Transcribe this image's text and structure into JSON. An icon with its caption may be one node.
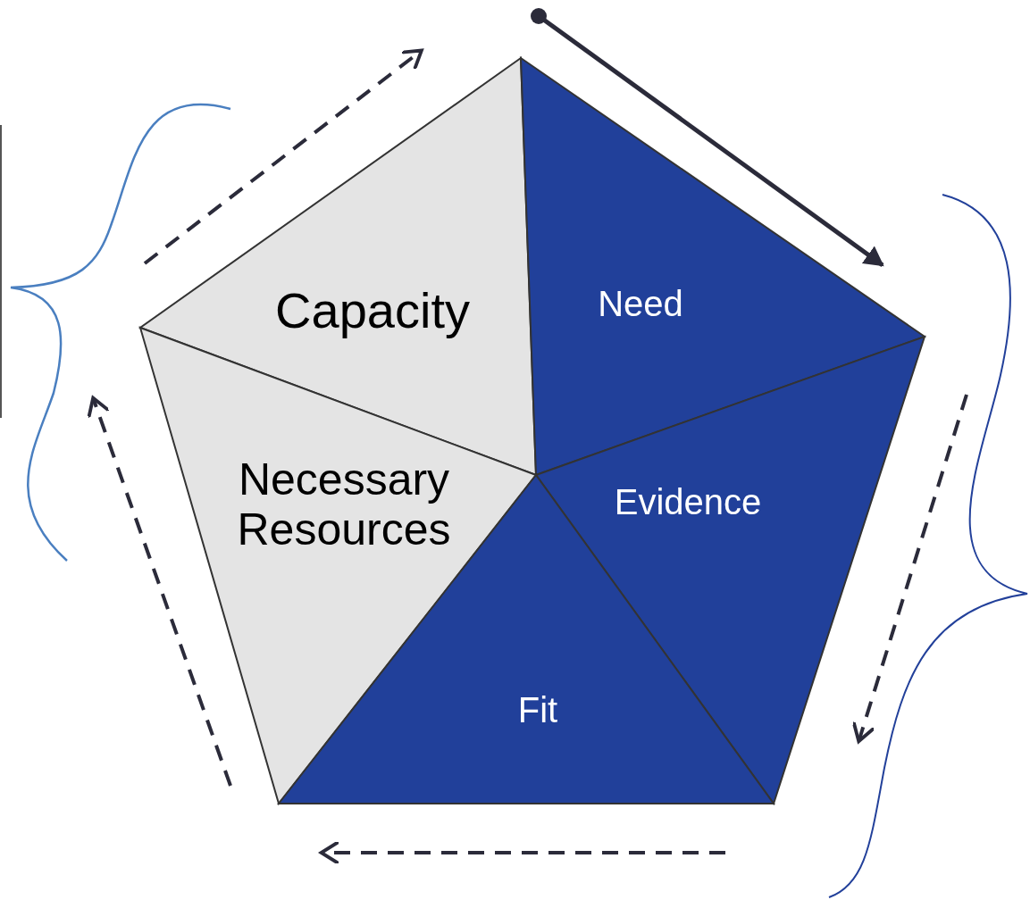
{
  "diagram": {
    "nodes": [
      {
        "text": [
          "Capacity"
        ]
      },
      {
        "text": [
          "Need"
        ]
      },
      {
        "text": [
          "Necessary Resources"
        ]
      },
      {
        "text": [
          "Evidence"
        ]
      },
      {
        "text": [
          "Fit"
        ]
      }
    ]
  }
}
